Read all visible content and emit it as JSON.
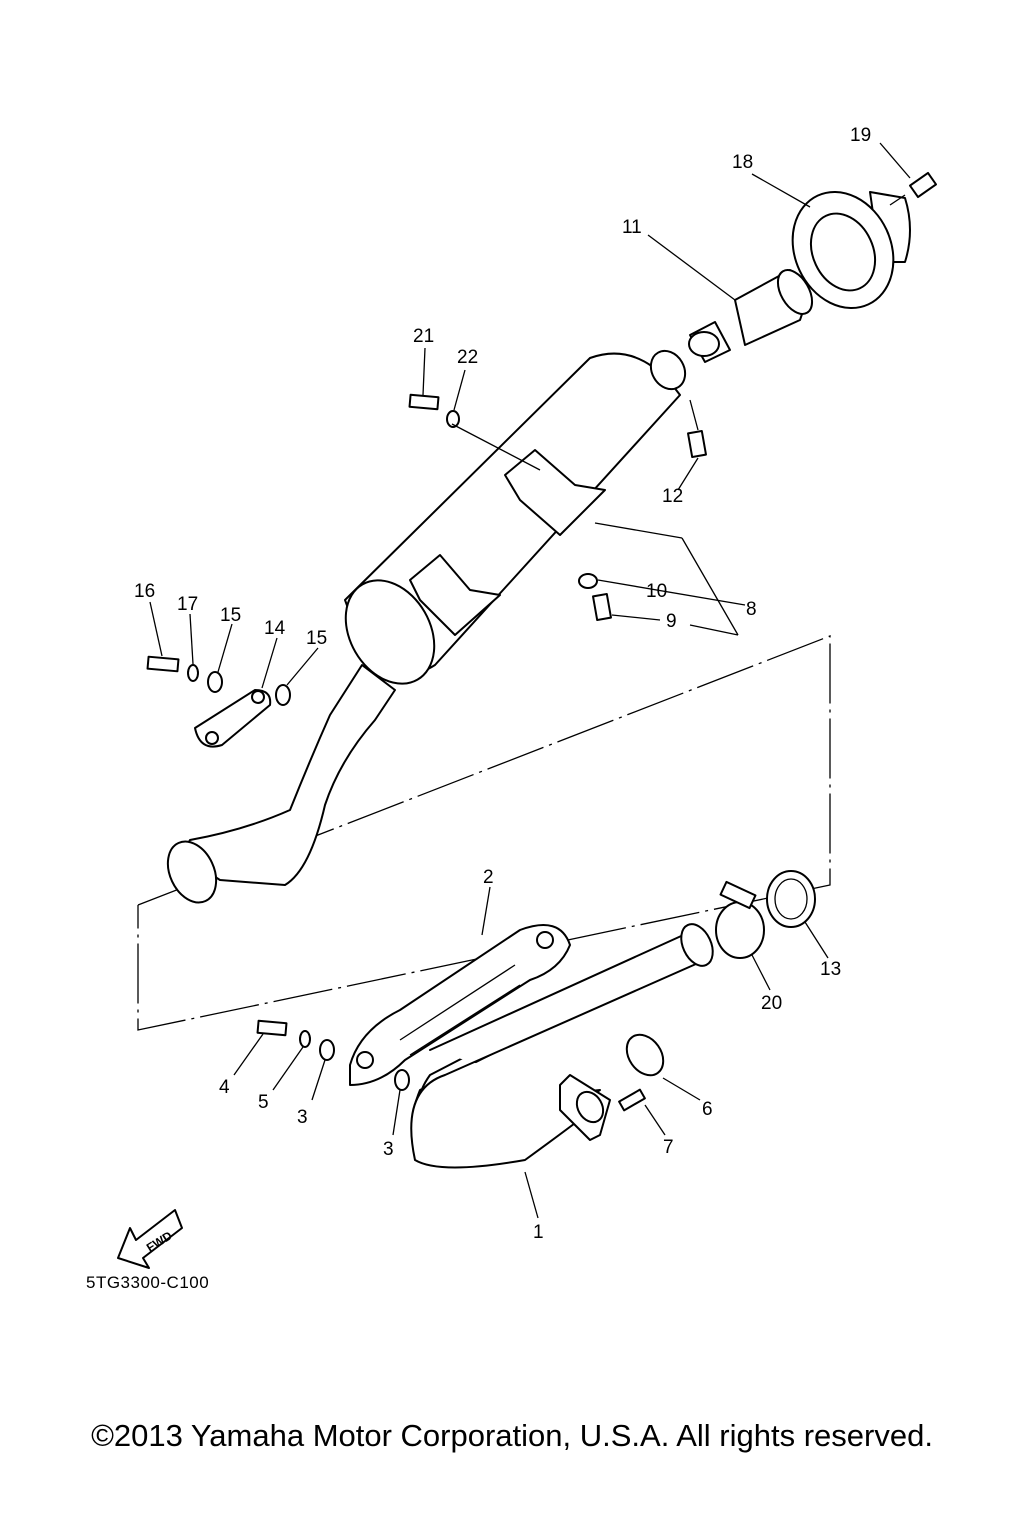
{
  "diagram": {
    "code": "5TG3300-C100",
    "fwd_label": "FWD",
    "callouts": [
      {
        "id": "c1",
        "label": "1"
      },
      {
        "id": "c2",
        "label": "2"
      },
      {
        "id": "c3a",
        "label": "3"
      },
      {
        "id": "c3b",
        "label": "3"
      },
      {
        "id": "c4",
        "label": "4"
      },
      {
        "id": "c5",
        "label": "5"
      },
      {
        "id": "c6",
        "label": "6"
      },
      {
        "id": "c7",
        "label": "7"
      },
      {
        "id": "c8",
        "label": "8"
      },
      {
        "id": "c9",
        "label": "9"
      },
      {
        "id": "c10",
        "label": "10"
      },
      {
        "id": "c11",
        "label": "11"
      },
      {
        "id": "c12",
        "label": "12"
      },
      {
        "id": "c13",
        "label": "13"
      },
      {
        "id": "c14",
        "label": "14"
      },
      {
        "id": "c15a",
        "label": "15"
      },
      {
        "id": "c15b",
        "label": "15"
      },
      {
        "id": "c16",
        "label": "16"
      },
      {
        "id": "c17",
        "label": "17"
      },
      {
        "id": "c18",
        "label": "18"
      },
      {
        "id": "c19",
        "label": "19"
      },
      {
        "id": "c20",
        "label": "20"
      },
      {
        "id": "c21",
        "label": "21"
      },
      {
        "id": "c22",
        "label": "22"
      }
    ]
  },
  "footer": {
    "copyright": "©2013 Yamaha Motor Corporation, U.S.A. All rights reserved."
  }
}
